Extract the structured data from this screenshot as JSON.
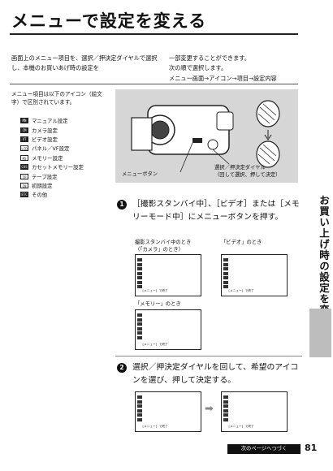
{
  "title": "メニューで設定を変える",
  "intro": {
    "left": "画面上のメニュー項目を、選択／押決定ダイヤルで選択し、本機のお買いあげ時の設定を",
    "right_lines": [
      "一部変更することができます。",
      "次の順で選択します。"
    ],
    "flow": "メニュー画面→アイコン→項目→設定内容"
  },
  "sidebar": {
    "intro": "メニュー項目は以下のアイコン（絵文字）で区別されています。",
    "items": [
      {
        "icon": "MN",
        "label": "マニュアル設定"
      },
      {
        "icon": "CM",
        "label": "カメラ設定"
      },
      {
        "icon": "VT",
        "label": "ビデオ設定"
      },
      {
        "icon": "LCD",
        "label": "パネル／VF設定"
      },
      {
        "icon": "MS",
        "label": "メモリー設定"
      },
      {
        "icon": "CAS",
        "label": "カセットメモリー設定"
      },
      {
        "icon": "TP",
        "label": "テープ設定"
      },
      {
        "icon": "IN",
        "label": "初期設定"
      },
      {
        "icon": "ETC",
        "label": "その他"
      }
    ]
  },
  "camera_panel": {
    "menu_button_label": "メニューボタン",
    "dial_label_1": "選択／押決定ダイヤル",
    "dial_label_2": "（回して選択、押して決定）"
  },
  "side_tab": "お買い上げ時の設定を変える",
  "step1": {
    "number": "1",
    "text": "［撮影スタンバイ中］、［ビデオ］または［メモリーモード中］にメニューボタンを押す。",
    "cap_camera_1": "撮影スタンバイ中のとき",
    "cap_camera_2": "（「カメラ」のとき）",
    "cap_video": "「ビデオ」のとき",
    "cap_memory": "「メモリー」のとき",
    "screen_footer": "[メニュー] で終了"
  },
  "step2": {
    "number": "2",
    "text": "選択／押決定ダイヤルを回して、希望のアイコンを選び、押して決定する。"
  },
  "continue_label": "次のページへつづく",
  "page_number": "81"
}
